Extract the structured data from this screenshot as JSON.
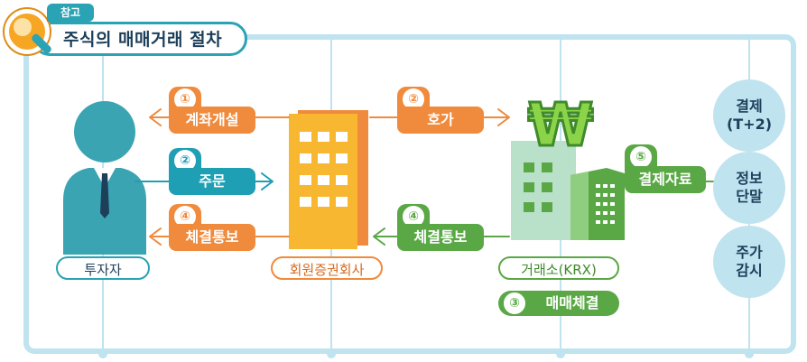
{
  "header": {
    "badge": "참고",
    "title": "주식의 매매거래 절차"
  },
  "actors": {
    "investor": "투자자",
    "broker": "회원증권회사",
    "exchange": "거래소(KRX)"
  },
  "steps": [
    {
      "num": "①",
      "label": "계좌개설"
    },
    {
      "num": "②",
      "label": "주문"
    },
    {
      "num": "④",
      "label": "체결통보"
    },
    {
      "num": "②",
      "label": "호가"
    },
    {
      "num": "④",
      "label": "체결통보"
    },
    {
      "num": "⑤",
      "label": "결제자료"
    },
    {
      "num": "③",
      "label": "매매체결"
    }
  ],
  "exchange_symbol": "₩",
  "settlement": [
    {
      "line1": "결제",
      "line2": "(T+2)"
    },
    {
      "line1": "정보",
      "line2": "단말"
    },
    {
      "line1": "주가",
      "line2": "감시"
    }
  ],
  "colors": {
    "orange": "#f08a3c",
    "teal": "#1f9fb3",
    "green": "#5aa845",
    "light_blue": "#bfe3ef"
  }
}
